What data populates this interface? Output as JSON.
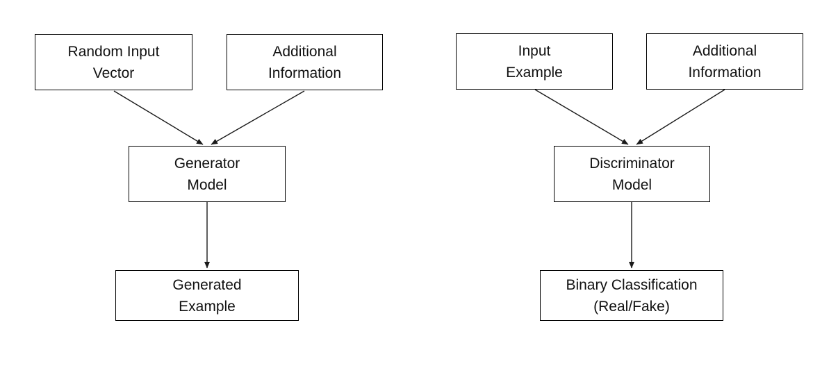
{
  "colors": {
    "background": "#ffffff",
    "box_fill": "#ffffff",
    "box_border": "#000000",
    "text": "#111111",
    "arrow": "#1a1a1a"
  },
  "left_diagram": {
    "nodes": {
      "random_input_vector": {
        "line1": "Random Input",
        "line2": "Vector"
      },
      "additional_information": {
        "line1": "Additional",
        "line2": "Information"
      },
      "generator_model": {
        "line1": "Generator",
        "line2": "Model"
      },
      "generated_example": {
        "line1": "Generated",
        "line2": "Example"
      }
    },
    "edges": [
      {
        "from": "random_input_vector",
        "to": "generator_model"
      },
      {
        "from": "additional_information",
        "to": "generator_model"
      },
      {
        "from": "generator_model",
        "to": "generated_example"
      }
    ]
  },
  "right_diagram": {
    "nodes": {
      "input_example": {
        "line1": "Input",
        "line2": "Example"
      },
      "additional_information": {
        "line1": "Additional",
        "line2": "Information"
      },
      "discriminator_model": {
        "line1": "Discriminator",
        "line2": "Model"
      },
      "binary_classification": {
        "line1": "Binary Classification",
        "line2": "(Real/Fake)"
      }
    },
    "edges": [
      {
        "from": "input_example",
        "to": "discriminator_model"
      },
      {
        "from": "additional_information",
        "to": "discriminator_model"
      },
      {
        "from": "discriminator_model",
        "to": "binary_classification"
      }
    ]
  }
}
